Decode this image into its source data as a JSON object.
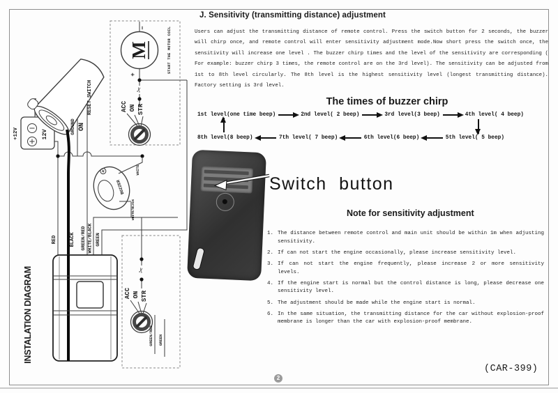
{
  "page": {
    "code": "(CAR-399)",
    "page_badge": "2"
  },
  "right_panel": {
    "section_title": "J. Sensitivity (transmitting distance) adjustment",
    "intro": "Users can adjust the transmitting distance of remote control. Press the switch button for 2 seconds,  the buzzer will chirp once, and remote control will enter sensitivity adjustment mode.Now short press the switch once, the sensitivity will increase one level . The buzzer chirp times and the level of the sensitivity are corresponding ( For example: buzzer chirp 3 times, the remote control are on the 3rd level). The sensitivity can be adjusted from 1st to 8th level circularly. The 8th level is the highest sensitivity level (longest transmitting distance).  Factory setting is 3rd level.",
    "buzzer_chirp": {
      "title": "The times of buzzer chirp",
      "row1": [
        "1st level(one time beep)",
        "2nd level( 2 beep)",
        "3rd level(3 beep)",
        "4th level( 4 beep)"
      ],
      "row2": [
        "8th level(8 beep)",
        "7th level( 7 beep)",
        "6th level(6 beep)",
        "5th level( 5 beep)"
      ]
    },
    "switch_button_label": "Switch button",
    "note_title": "Note for sensitivity adjustment",
    "notes": [
      {
        "num": "1.",
        "text": "The distance between remote control and main unit should be within 1m when adjusting sensitivity."
      },
      {
        "num": "2.",
        "text": "If can not start the engine occasionally, please increase sensitivity level."
      },
      {
        "num": "3.",
        "text": "If can not start the engine frequently, please increase 2 or more sensitivity levels."
      },
      {
        "num": "4.",
        "text": "If the engine start is normal but the control distance is long, please decrease one sensitivity level."
      },
      {
        "num": "5.",
        "text": "The adjustment should be made while the engine start is normal."
      },
      {
        "num": "6.",
        "text": "In the same situation, the transmitting distance for the car without explosion-proof membrane is  longer than the car with explosion-proof membrane."
      }
    ]
  },
  "diagram": {
    "title": "INSTALATION DIAGRAM",
    "scissors_icon": "✂",
    "labels": {
      "reset_switch": "RESET SWITCH",
      "motor": "M",
      "start_motor_coil": "START THE MOTOR COIL",
      "plus": "+",
      "minus": "−",
      "acc": "ACC",
      "on": "ON",
      "str": "STR",
      "battery": "12V",
      "battery_ext": "+12V",
      "ground": "GROUND",
      "on_wire": "ON",
      "buzzer": "BUZZER",
      "white": "WHITE",
      "white_black_small": "WHITE/BLACK",
      "wire_red": "RED",
      "wire_black": "BLACK",
      "wire_green_red": "GREEN/RED",
      "wire_white_black": "WHITE/BLACK",
      "wire_green": "GREEN",
      "green_red2": "GREEN/RED",
      "green2": "GREEN"
    }
  }
}
